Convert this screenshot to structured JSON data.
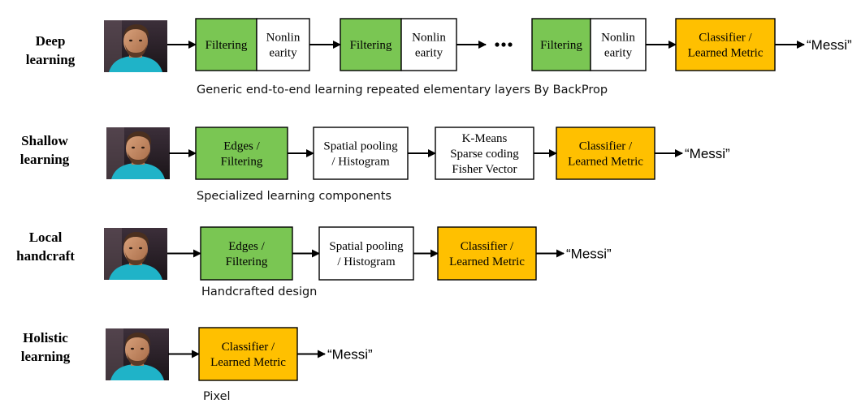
{
  "colors": {
    "green": "#7ac653",
    "orange": "#ffc000",
    "white": "#ffffff",
    "stroke": "#000000"
  },
  "rows": [
    {
      "label": [
        "Deep",
        "learning"
      ],
      "image": "face-photo",
      "boxes": [
        {
          "text": [
            "Filtering"
          ],
          "color": "green"
        },
        {
          "text": [
            "Nonlin",
            "earity"
          ],
          "color": "white"
        },
        {
          "text": [
            "Filtering"
          ],
          "color": "green"
        },
        {
          "text": [
            "Nonlin",
            "earity"
          ],
          "color": "white"
        },
        {
          "text": [
            "Filtering"
          ],
          "color": "green"
        },
        {
          "text": [
            "Nonlin",
            "earity"
          ],
          "color": "white"
        },
        {
          "text": [
            "Classifier /",
            "Learned Metric"
          ],
          "color": "orange"
        }
      ],
      "ellipsis": "• • •",
      "output": "“Messi”",
      "caption": "Generic end-to-end learning repeated elementary layers By BackProp"
    },
    {
      "label": [
        "Shallow",
        "learning"
      ],
      "image": "face-photo",
      "boxes": [
        {
          "text": [
            "Edges /",
            "Filtering"
          ],
          "color": "green"
        },
        {
          "text": [
            "Spatial pooling",
            "/ Histogram"
          ],
          "color": "white"
        },
        {
          "text": [
            "K-Means",
            "Sparse coding",
            "Fisher Vector"
          ],
          "color": "white"
        },
        {
          "text": [
            "Classifier /",
            "Learned Metric"
          ],
          "color": "orange"
        }
      ],
      "output": "“Messi”",
      "caption": "Specialized learning components"
    },
    {
      "label": [
        "Local",
        "handcraft"
      ],
      "image": "face-photo",
      "boxes": [
        {
          "text": [
            "Edges /",
            "Filtering"
          ],
          "color": "green"
        },
        {
          "text": [
            "Spatial pooling",
            "/ Histogram"
          ],
          "color": "white"
        },
        {
          "text": [
            "Classifier /",
            "Learned Metric"
          ],
          "color": "orange"
        }
      ],
      "output": "“Messi”",
      "caption": "Handcrafted design"
    },
    {
      "label": [
        "Holistic",
        "learning"
      ],
      "image": "face-photo",
      "boxes": [
        {
          "text": [
            "Classifier /",
            "Learned Metric"
          ],
          "color": "orange"
        }
      ],
      "output": "“Messi”",
      "caption": "Pixel"
    }
  ]
}
